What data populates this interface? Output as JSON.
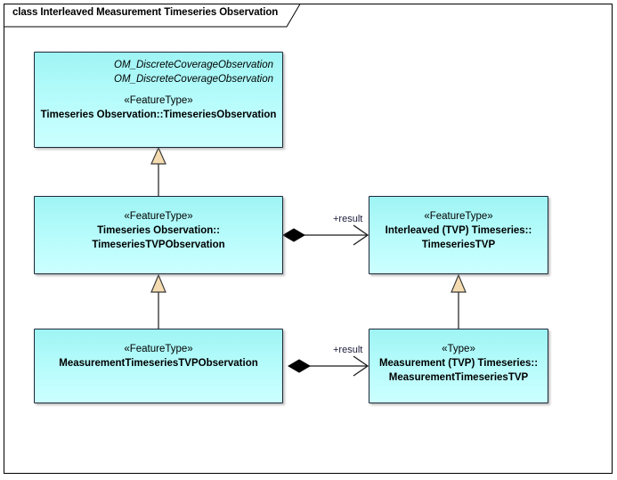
{
  "diagram": {
    "title": "class Interleaved Measurement Timeseries Observation",
    "frame_color": "#000000",
    "box_fill": "#b4fbfb",
    "box_border": "#1b2838",
    "generalization_fill": "#f5dcb0",
    "generalization_border": "#3a3a3a",
    "label_color": "#1c1c3c"
  },
  "classes": {
    "timeseries_observation": {
      "ref_line_1": "OM_DiscreteCoverageObservation",
      "ref_line_2": "OM_DiscreteCoverageObservation",
      "stereotype": "«FeatureType»",
      "name_line_1": "Timeseries Observation::TimeseriesObservation"
    },
    "timeseries_tvp_observation": {
      "stereotype": "«FeatureType»",
      "name_line_1": "Timeseries Observation::",
      "name_line_2": "TimeseriesTVPObservation"
    },
    "interleaved_timeseries_tvp": {
      "stereotype": "«FeatureType»",
      "name_line_1": "Interleaved (TVP) Timeseries::",
      "name_line_2": "TimeseriesTVP"
    },
    "measurement_timeseries_tvp_observation": {
      "stereotype": "«FeatureType»",
      "name_line_1": "MeasurementTimeseriesTVPObservation"
    },
    "measurement_timeseries_tvp": {
      "stereotype": "«Type»",
      "name_line_1": "Measurement (TVP) Timeseries::",
      "name_line_2": "MeasurementTimeseriesTVP"
    }
  },
  "connectors": {
    "result_top": {
      "label": "+result",
      "type": "composition"
    },
    "result_bottom": {
      "label": "+result",
      "type": "composition"
    },
    "generalization_1": {
      "type": "generalization"
    },
    "generalization_2": {
      "type": "generalization"
    },
    "generalization_3": {
      "type": "generalization"
    }
  }
}
